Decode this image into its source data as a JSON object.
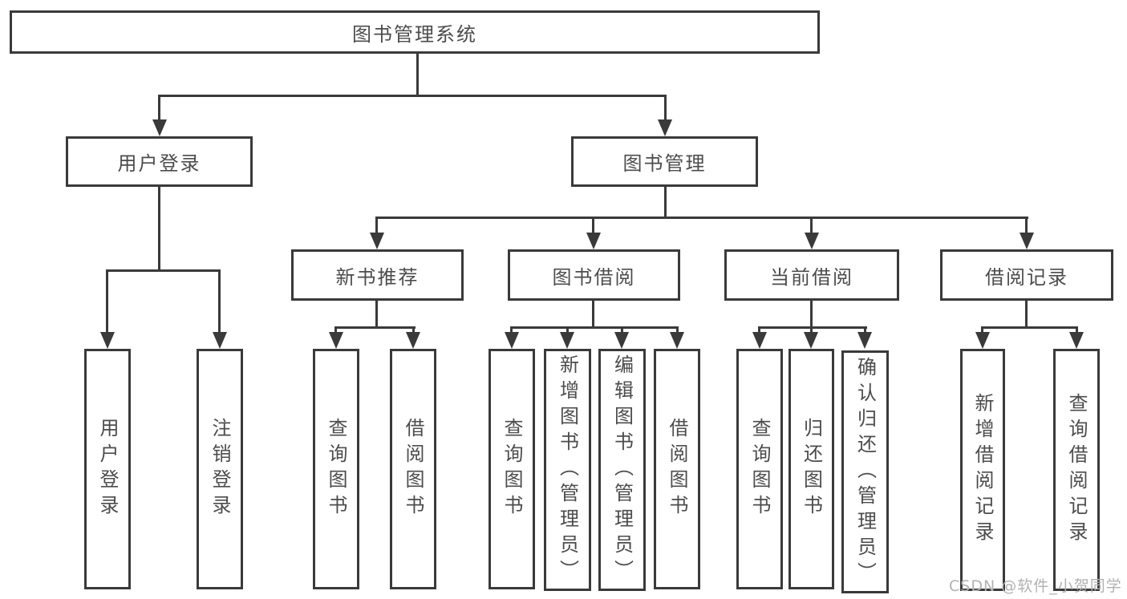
{
  "diagram_type": "hierarchy-tree",
  "nodes": {
    "root": "图书管理系统",
    "user_login": "用户登录",
    "book_mgmt": "图书管理",
    "user_login_leaf": "用户登录",
    "logout_leaf": "注销登录",
    "new_book_rec": "新书推荐",
    "book_borrow": "图书借阅",
    "current_borrow": "当前借阅",
    "borrow_records": "借阅记录",
    "nb_query_books": "查询图书",
    "nb_borrow_books": "借阅图书",
    "bb_query_books": "查询图书",
    "bb_add_books": "新增图书（管理员）",
    "bb_edit_books": "编辑图书（管理员）",
    "bb_borrow_books": "借阅图书",
    "cb_query_books": "查询图书",
    "cb_return_books": "归还图书",
    "cb_confirm_return": "确认归还（管理员）",
    "br_add_record": "新增借阅记录",
    "br_query_record": "查询借阅记录"
  },
  "hierarchy": {
    "图书管理系统": {
      "用户登录": [
        "用户登录",
        "注销登录"
      ],
      "图书管理": {
        "新书推荐": [
          "查询图书",
          "借阅图书"
        ],
        "图书借阅": [
          "查询图书",
          "新增图书（管理员）",
          "编辑图书（管理员）",
          "借阅图书"
        ],
        "当前借阅": [
          "查询图书",
          "归还图书",
          "确认归还（管理员）"
        ],
        "借阅记录": [
          "新增借阅记录",
          "查询借阅记录"
        ]
      }
    }
  },
  "colors": {
    "line": "#3a3a3a",
    "text": "#4c4c4c",
    "background": "#ffffff",
    "watermark": "#b2b2b2"
  },
  "watermark": "CSDN @软件_小贺同学"
}
